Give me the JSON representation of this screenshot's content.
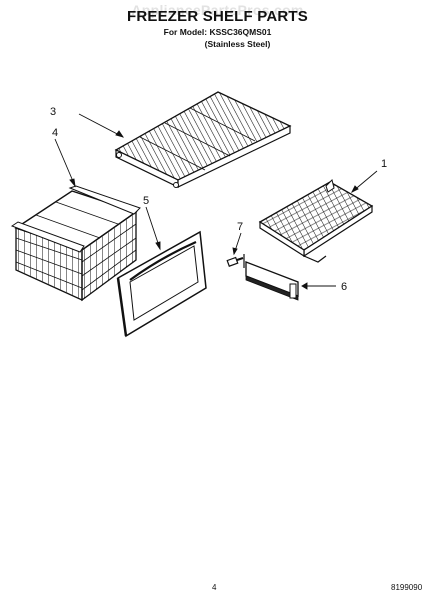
{
  "header": {
    "watermark": "AppliancePartsPros.com",
    "title": "FREEZER SHELF PARTS",
    "model_line": "For Model: KSSC36QMS01",
    "finish_line": "(Stainless Steel)"
  },
  "callouts": [
    "1",
    "3",
    "4",
    "5",
    "6",
    "7"
  ],
  "footer": {
    "page_number": "4",
    "document_number": "8199090"
  }
}
